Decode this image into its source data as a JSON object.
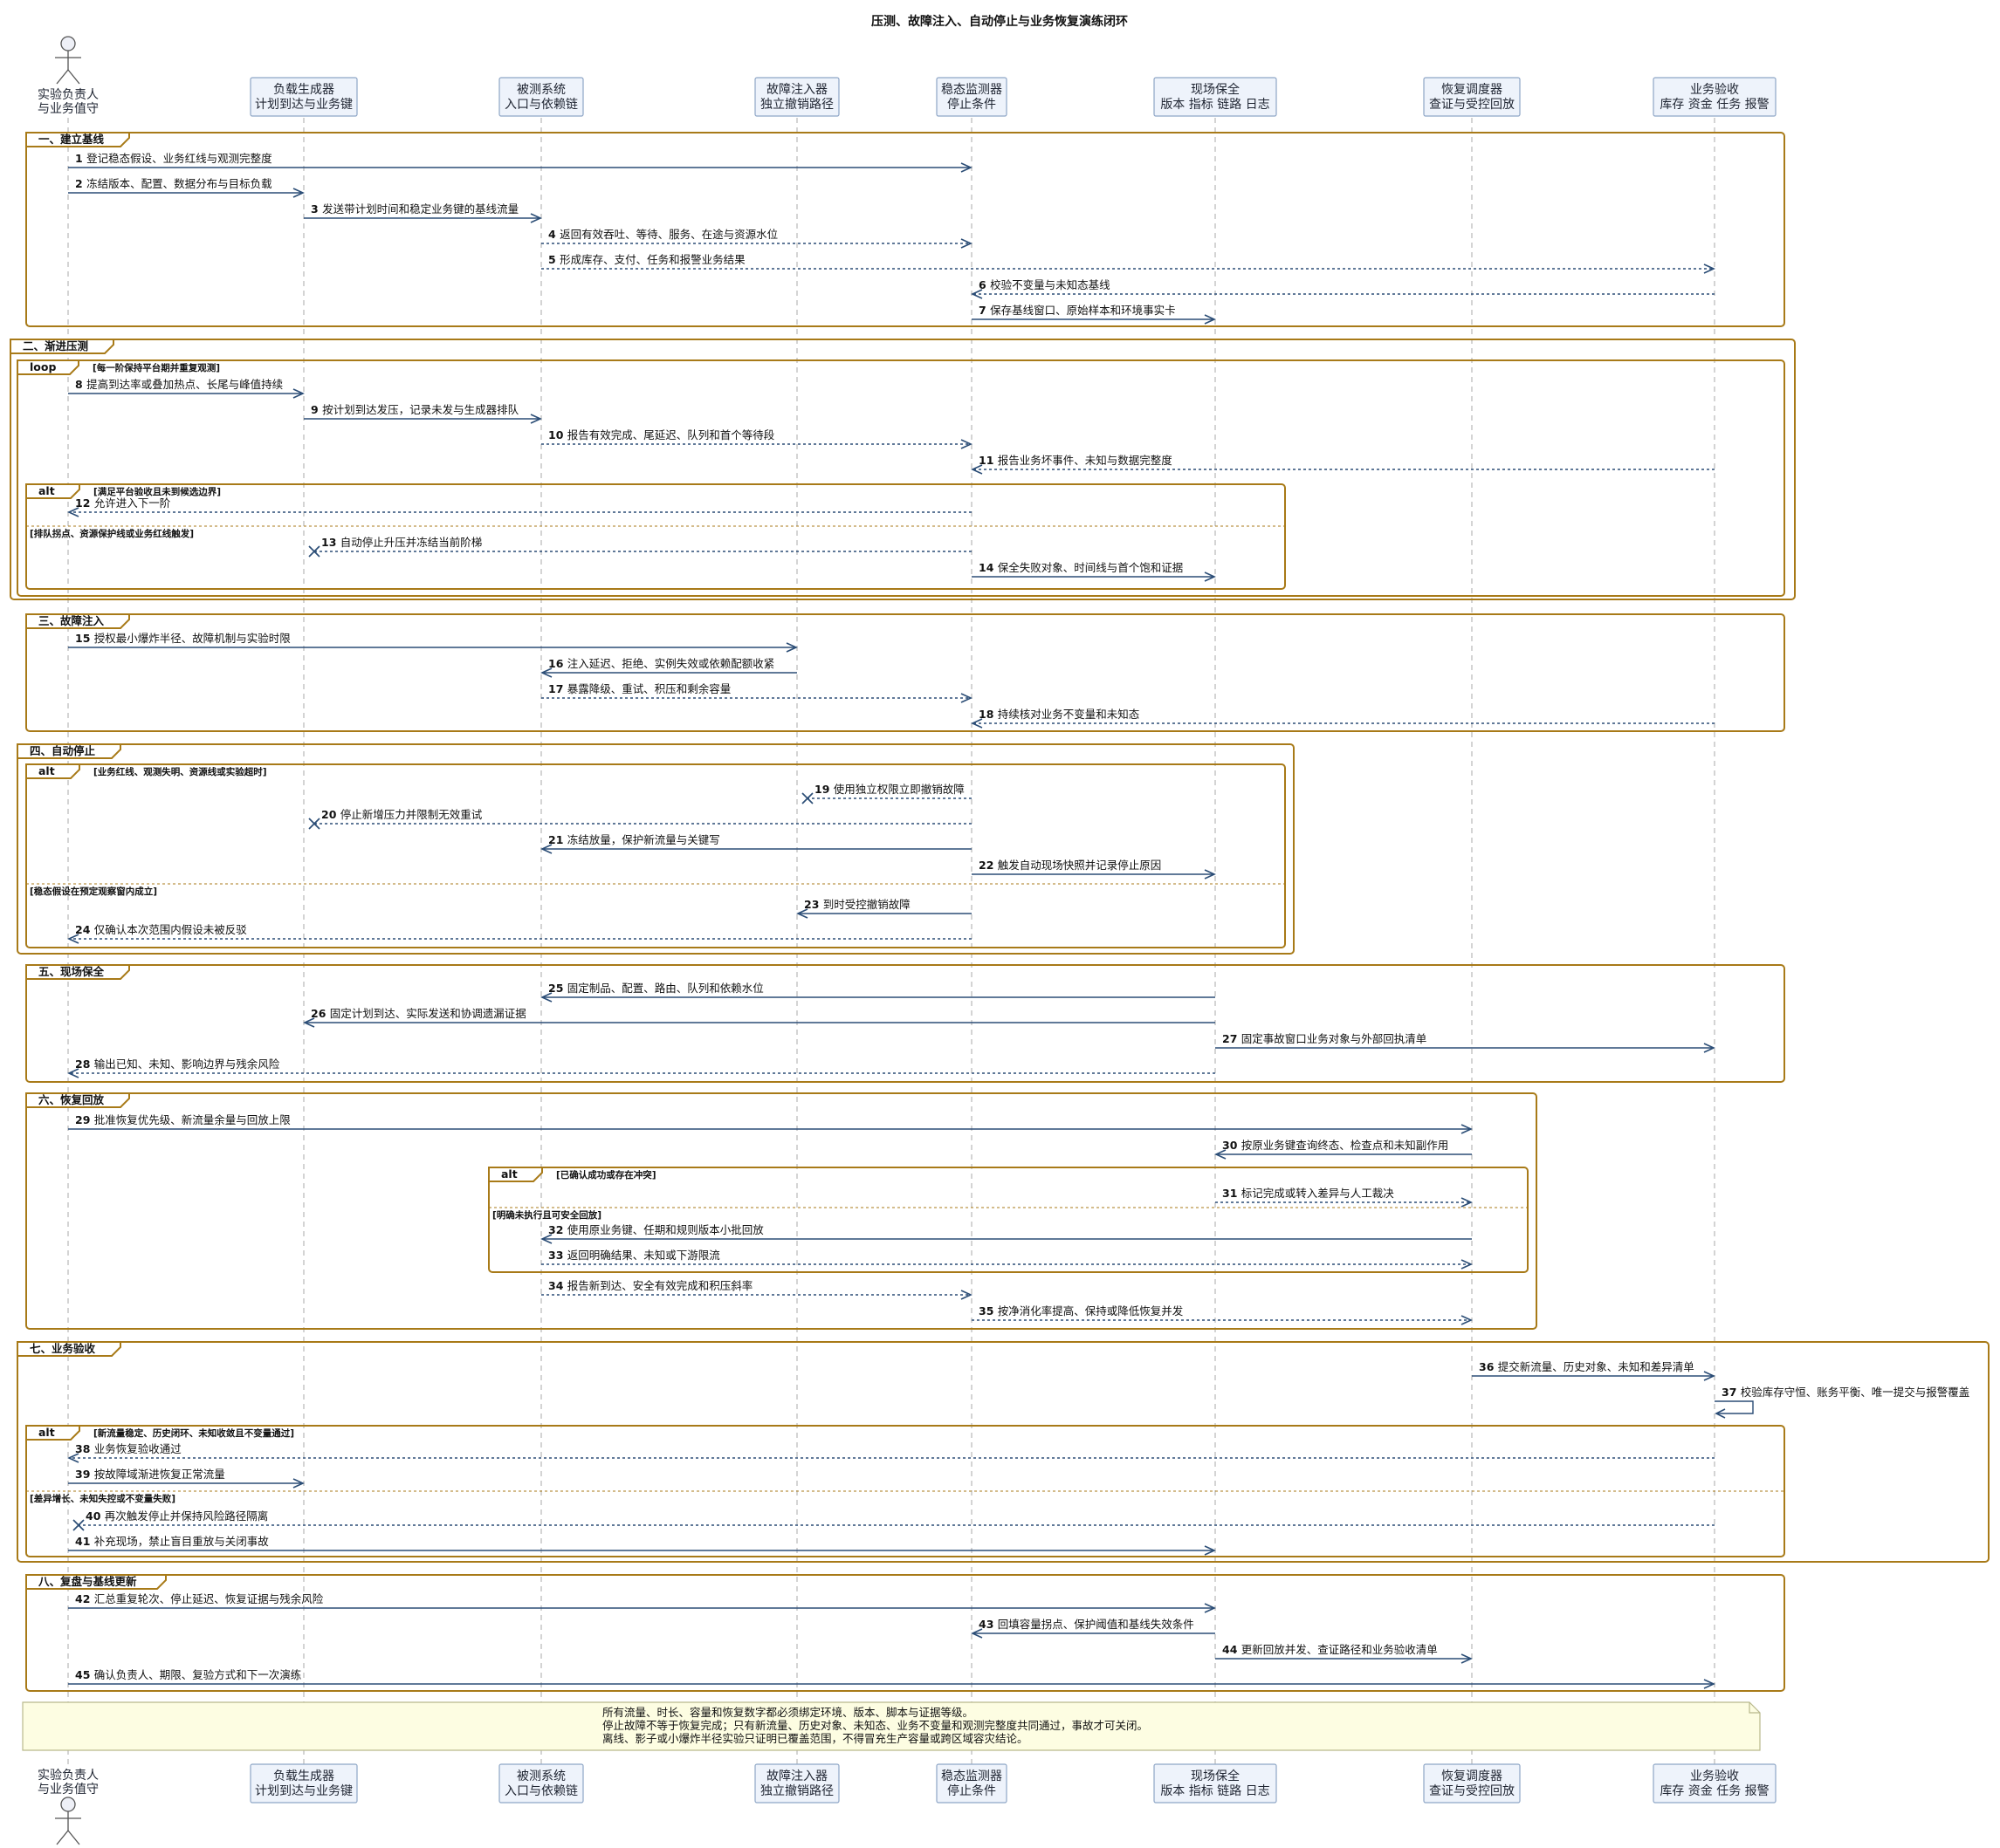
{
  "title": "压测、故障注入、自动停止与业务恢复演练闭环",
  "participants": [
    {
      "id": "owner",
      "lines": [
        "实验负责人",
        "与业务值守"
      ],
      "actor": true
    },
    {
      "id": "load",
      "lines": [
        "负载生成器",
        "计划到达与业务键"
      ]
    },
    {
      "id": "sut",
      "lines": [
        "被测系统",
        "入口与依赖链"
      ]
    },
    {
      "id": "fault",
      "lines": [
        "故障注入器",
        "独立撤销路径"
      ]
    },
    {
      "id": "monitor",
      "lines": [
        "稳态监测器",
        "停止条件"
      ]
    },
    {
      "id": "preserve",
      "lines": [
        "现场保全",
        "版本 指标 链路 日志"
      ]
    },
    {
      "id": "recovery",
      "lines": [
        "恢复调度器",
        "查证与受控回放"
      ]
    },
    {
      "id": "accept",
      "lines": [
        "业务验收",
        "库存 资金 任务 报警"
      ]
    }
  ],
  "groups": [
    {
      "title": "一、建立基线"
    },
    {
      "title": "二、渐进压测"
    },
    {
      "title": "loop",
      "guard": "[每一阶保持平台期并重复观测]"
    },
    {
      "title": "alt",
      "guard": "[满足平台验收且未到候选边界]",
      "else": [
        "[排队拐点、资源保护线或业务红线触发]"
      ]
    },
    {
      "title": "三、故障注入"
    },
    {
      "title": "四、自动停止"
    },
    {
      "title": "alt",
      "guard": "[业务红线、观测失明、资源线或实验超时]",
      "else": [
        "[稳态假设在预定观察窗内成立]"
      ]
    },
    {
      "title": "五、现场保全"
    },
    {
      "title": "六、恢复回放"
    },
    {
      "title": "alt",
      "guard": "[已确认成功或存在冲突]",
      "else": [
        "[明确未执行且可安全回放]"
      ]
    },
    {
      "title": "七、业务验收"
    },
    {
      "title": "alt",
      "guard": "[新流量稳定、历史闭环、未知收敛且不变量通过]",
      "else": [
        "[差异增长、未知失控或不变量失败]"
      ]
    },
    {
      "title": "八、复盘与基线更新"
    }
  ],
  "messages": [
    {
      "n": "1",
      "text": "登记稳态假设、业务红线与观测完整度",
      "from": "owner",
      "to": "monitor",
      "style": "solid"
    },
    {
      "n": "2",
      "text": "冻结版本、配置、数据分布与目标负载",
      "from": "owner",
      "to": "load",
      "style": "solid"
    },
    {
      "n": "3",
      "text": "发送带计划时间和稳定业务键的基线流量",
      "from": "load",
      "to": "sut",
      "style": "solid"
    },
    {
      "n": "4",
      "text": "返回有效吞吐、等待、服务、在途与资源水位",
      "from": "sut",
      "to": "monitor",
      "style": "dashed"
    },
    {
      "n": "5",
      "text": "形成库存、支付、任务和报警业务结果",
      "from": "sut",
      "to": "accept",
      "style": "dashed"
    },
    {
      "n": "6",
      "text": "校验不变量与未知态基线",
      "from": "accept",
      "to": "monitor",
      "style": "dashed"
    },
    {
      "n": "7",
      "text": "保存基线窗口、原始样本和环境事实卡",
      "from": "monitor",
      "to": "preserve",
      "style": "solid"
    },
    {
      "n": "8",
      "text": "提高到达率或叠加热点、长尾与峰值持续",
      "from": "owner",
      "to": "load",
      "style": "solid"
    },
    {
      "n": "9",
      "text": "按计划到达发压，记录未发与生成器排队",
      "from": "load",
      "to": "sut",
      "style": "solid"
    },
    {
      "n": "10",
      "text": "报告有效完成、尾延迟、队列和首个等待段",
      "from": "sut",
      "to": "monitor",
      "style": "dashed"
    },
    {
      "n": "11",
      "text": "报告业务坏事件、未知与数据完整度",
      "from": "accept",
      "to": "monitor",
      "style": "dashed"
    },
    {
      "n": "12",
      "text": "允许进入下一阶",
      "from": "monitor",
      "to": "owner",
      "style": "dashed"
    },
    {
      "n": "13",
      "text": "自动停止升压并冻结当前阶梯",
      "from": "monitor",
      "to": "load",
      "style": "dashed",
      "lost": true
    },
    {
      "n": "14",
      "text": "保全失败对象、时间线与首个饱和证据",
      "from": "monitor",
      "to": "preserve",
      "style": "solid"
    },
    {
      "n": "15",
      "text": "授权最小爆炸半径、故障机制与实验时限",
      "from": "owner",
      "to": "fault",
      "style": "solid"
    },
    {
      "n": "16",
      "text": "注入延迟、拒绝、实例失效或依赖配额收紧",
      "from": "fault",
      "to": "sut",
      "style": "solid"
    },
    {
      "n": "17",
      "text": "暴露降级、重试、积压和剩余容量",
      "from": "sut",
      "to": "monitor",
      "style": "dashed"
    },
    {
      "n": "18",
      "text": "持续核对业务不变量和未知态",
      "from": "accept",
      "to": "monitor",
      "style": "dashed"
    },
    {
      "n": "19",
      "text": "使用独立权限立即撤销故障",
      "from": "monitor",
      "to": "fault",
      "style": "dashed",
      "lost": true
    },
    {
      "n": "20",
      "text": "停止新增压力并限制无效重试",
      "from": "monitor",
      "to": "load",
      "style": "dashed",
      "lost": true
    },
    {
      "n": "21",
      "text": "冻结放量，保护新流量与关键写",
      "from": "monitor",
      "to": "sut",
      "style": "solid"
    },
    {
      "n": "22",
      "text": "触发自动现场快照并记录停止原因",
      "from": "monitor",
      "to": "preserve",
      "style": "solid"
    },
    {
      "n": "23",
      "text": "到时受控撤销故障",
      "from": "monitor",
      "to": "fault",
      "style": "solid"
    },
    {
      "n": "24",
      "text": "仅确认本次范围内假设未被反驳",
      "from": "monitor",
      "to": "owner",
      "style": "dashed"
    },
    {
      "n": "25",
      "text": "固定制品、配置、路由、队列和依赖水位",
      "from": "preserve",
      "to": "sut",
      "style": "solid"
    },
    {
      "n": "26",
      "text": "固定计划到达、实际发送和协调遗漏证据",
      "from": "preserve",
      "to": "load",
      "style": "solid"
    },
    {
      "n": "27",
      "text": "固定事故窗口业务对象与外部回执清单",
      "from": "preserve",
      "to": "accept",
      "style": "solid"
    },
    {
      "n": "28",
      "text": "输出已知、未知、影响边界与残余风险",
      "from": "preserve",
      "to": "owner",
      "style": "dashed"
    },
    {
      "n": "29",
      "text": "批准恢复优先级、新流量余量与回放上限",
      "from": "owner",
      "to": "recovery",
      "style": "solid"
    },
    {
      "n": "30",
      "text": "按原业务键查询终态、检查点和未知副作用",
      "from": "recovery",
      "to": "preserve",
      "style": "solid"
    },
    {
      "n": "31",
      "text": "标记完成或转入差异与人工裁决",
      "from": "preserve",
      "to": "recovery",
      "style": "dashed"
    },
    {
      "n": "32",
      "text": "使用原业务键、任期和规则版本小批回放",
      "from": "recovery",
      "to": "sut",
      "style": "solid"
    },
    {
      "n": "33",
      "text": "返回明确结果、未知或下游限流",
      "from": "sut",
      "to": "recovery",
      "style": "dashed"
    },
    {
      "n": "34",
      "text": "报告新到达、安全有效完成和积压斜率",
      "from": "sut",
      "to": "monitor",
      "style": "dashed"
    },
    {
      "n": "35",
      "text": "按净消化率提高、保持或降低恢复并发",
      "from": "monitor",
      "to": "recovery",
      "style": "dashed"
    },
    {
      "n": "36",
      "text": "提交新流量、历史对象、未知和差异清单",
      "from": "recovery",
      "to": "accept",
      "style": "solid"
    },
    {
      "n": "37",
      "text": "校验库存守恒、账务平衡、唯一提交与报警覆盖",
      "from": "accept",
      "to": "accept",
      "style": "solid",
      "self": true
    },
    {
      "n": "38",
      "text": "业务恢复验收通过",
      "from": "accept",
      "to": "owner",
      "style": "dashed"
    },
    {
      "n": "39",
      "text": "按故障域渐进恢复正常流量",
      "from": "owner",
      "to": "load",
      "style": "solid"
    },
    {
      "n": "40",
      "text": "再次触发停止并保持风险路径隔离",
      "from": "accept",
      "to": "owner",
      "style": "dashed",
      "lost": true
    },
    {
      "n": "41",
      "text": "补充现场，禁止盲目重放与关闭事故",
      "from": "owner",
      "to": "preserve",
      "style": "solid"
    },
    {
      "n": "42",
      "text": "汇总重复轮次、停止延迟、恢复证据与残余风险",
      "from": "owner",
      "to": "preserve",
      "style": "solid"
    },
    {
      "n": "43",
      "text": "回填容量拐点、保护阈值和基线失效条件",
      "from": "preserve",
      "to": "monitor",
      "style": "solid"
    },
    {
      "n": "44",
      "text": "更新回放并发、查证路径和业务验收清单",
      "from": "preserve",
      "to": "recovery",
      "style": "solid"
    },
    {
      "n": "45",
      "text": "确认负责人、期限、复验方式和下一次演练",
      "from": "owner",
      "to": "accept",
      "style": "solid"
    }
  ],
  "note": [
    "所有流量、时长、容量和恢复数字都必须绑定环境、版本、脚本与证据等级。",
    "停止故障不等于恢复完成；只有新流量、历史对象、未知态、业务不变量和观测完整度共同通过，事故才可关闭。",
    "离线、影子或小爆炸半径实验只证明已覆盖范围，不得冒充生产容量或跨区域容灾结论。"
  ],
  "colors": {
    "arrow": "#2b4d76",
    "group_border": "#a87a18",
    "participant_fill": "#eef3fb",
    "participant_border": "#8ea6c6",
    "note_fill": "#fdfde2",
    "lifeline": "#b8b8b8"
  }
}
